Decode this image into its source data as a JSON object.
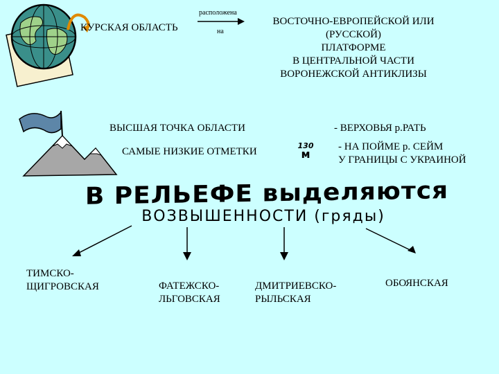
{
  "top": {
    "region": "КУРСКАЯ ОБЛАСТЬ",
    "located_top": "расположена",
    "located_bottom": "на",
    "platform_lines": [
      "ВОСТОЧНО-ЕВРОПЕЙСКОЙ ИЛИ",
      "(РУССКОЙ)",
      "ПЛАТФОРМЕ",
      "В ЦЕНТРАЛЬНОЙ ЧАСТИ",
      "ВОРОНЕЖСКОЙ АНТИКЛИЗЫ"
    ]
  },
  "heights": {
    "highest_label": "ВЫСШАЯ ТОЧКА ОБЛАСТИ",
    "highest_value": "- ВЕРХОВЬЯ р.РАТЬ",
    "lowest_label": "САМЫЕ НИЗКИЕ ОТМЕТКИ",
    "lowest_value_line1": "- НА ПОЙМЕ р. СЕЙМ",
    "lowest_value_line2": "У ГРАНИЦЫ С УКРАИНОЙ",
    "badge_line1": "130",
    "badge_line2": "м"
  },
  "wordart": {
    "title": "В РЕЛЬЕФЕ выделяются",
    "subtitle": "ВОЗВЫШЕННОСТИ (гряды)"
  },
  "uplands": [
    {
      "line1": "ТИМСКО-",
      "line2": "ЩИГРОВСКАЯ"
    },
    {
      "line1": "ФАТЕЖСКО-",
      "line2": "ЛЬГОВСКАЯ"
    },
    {
      "line1": "ДМИТРИЕВСКО-",
      "line2": "РЫЛЬСКАЯ"
    },
    {
      "line1": "ОБОЯНСКАЯ",
      "line2": ""
    }
  ],
  "colors": {
    "background": "#ccffff",
    "globe_ocean": "#3a8f8a",
    "globe_land": "#9fd18a"
  },
  "icons": [
    "globe-icon",
    "mountain-flag-icon"
  ]
}
